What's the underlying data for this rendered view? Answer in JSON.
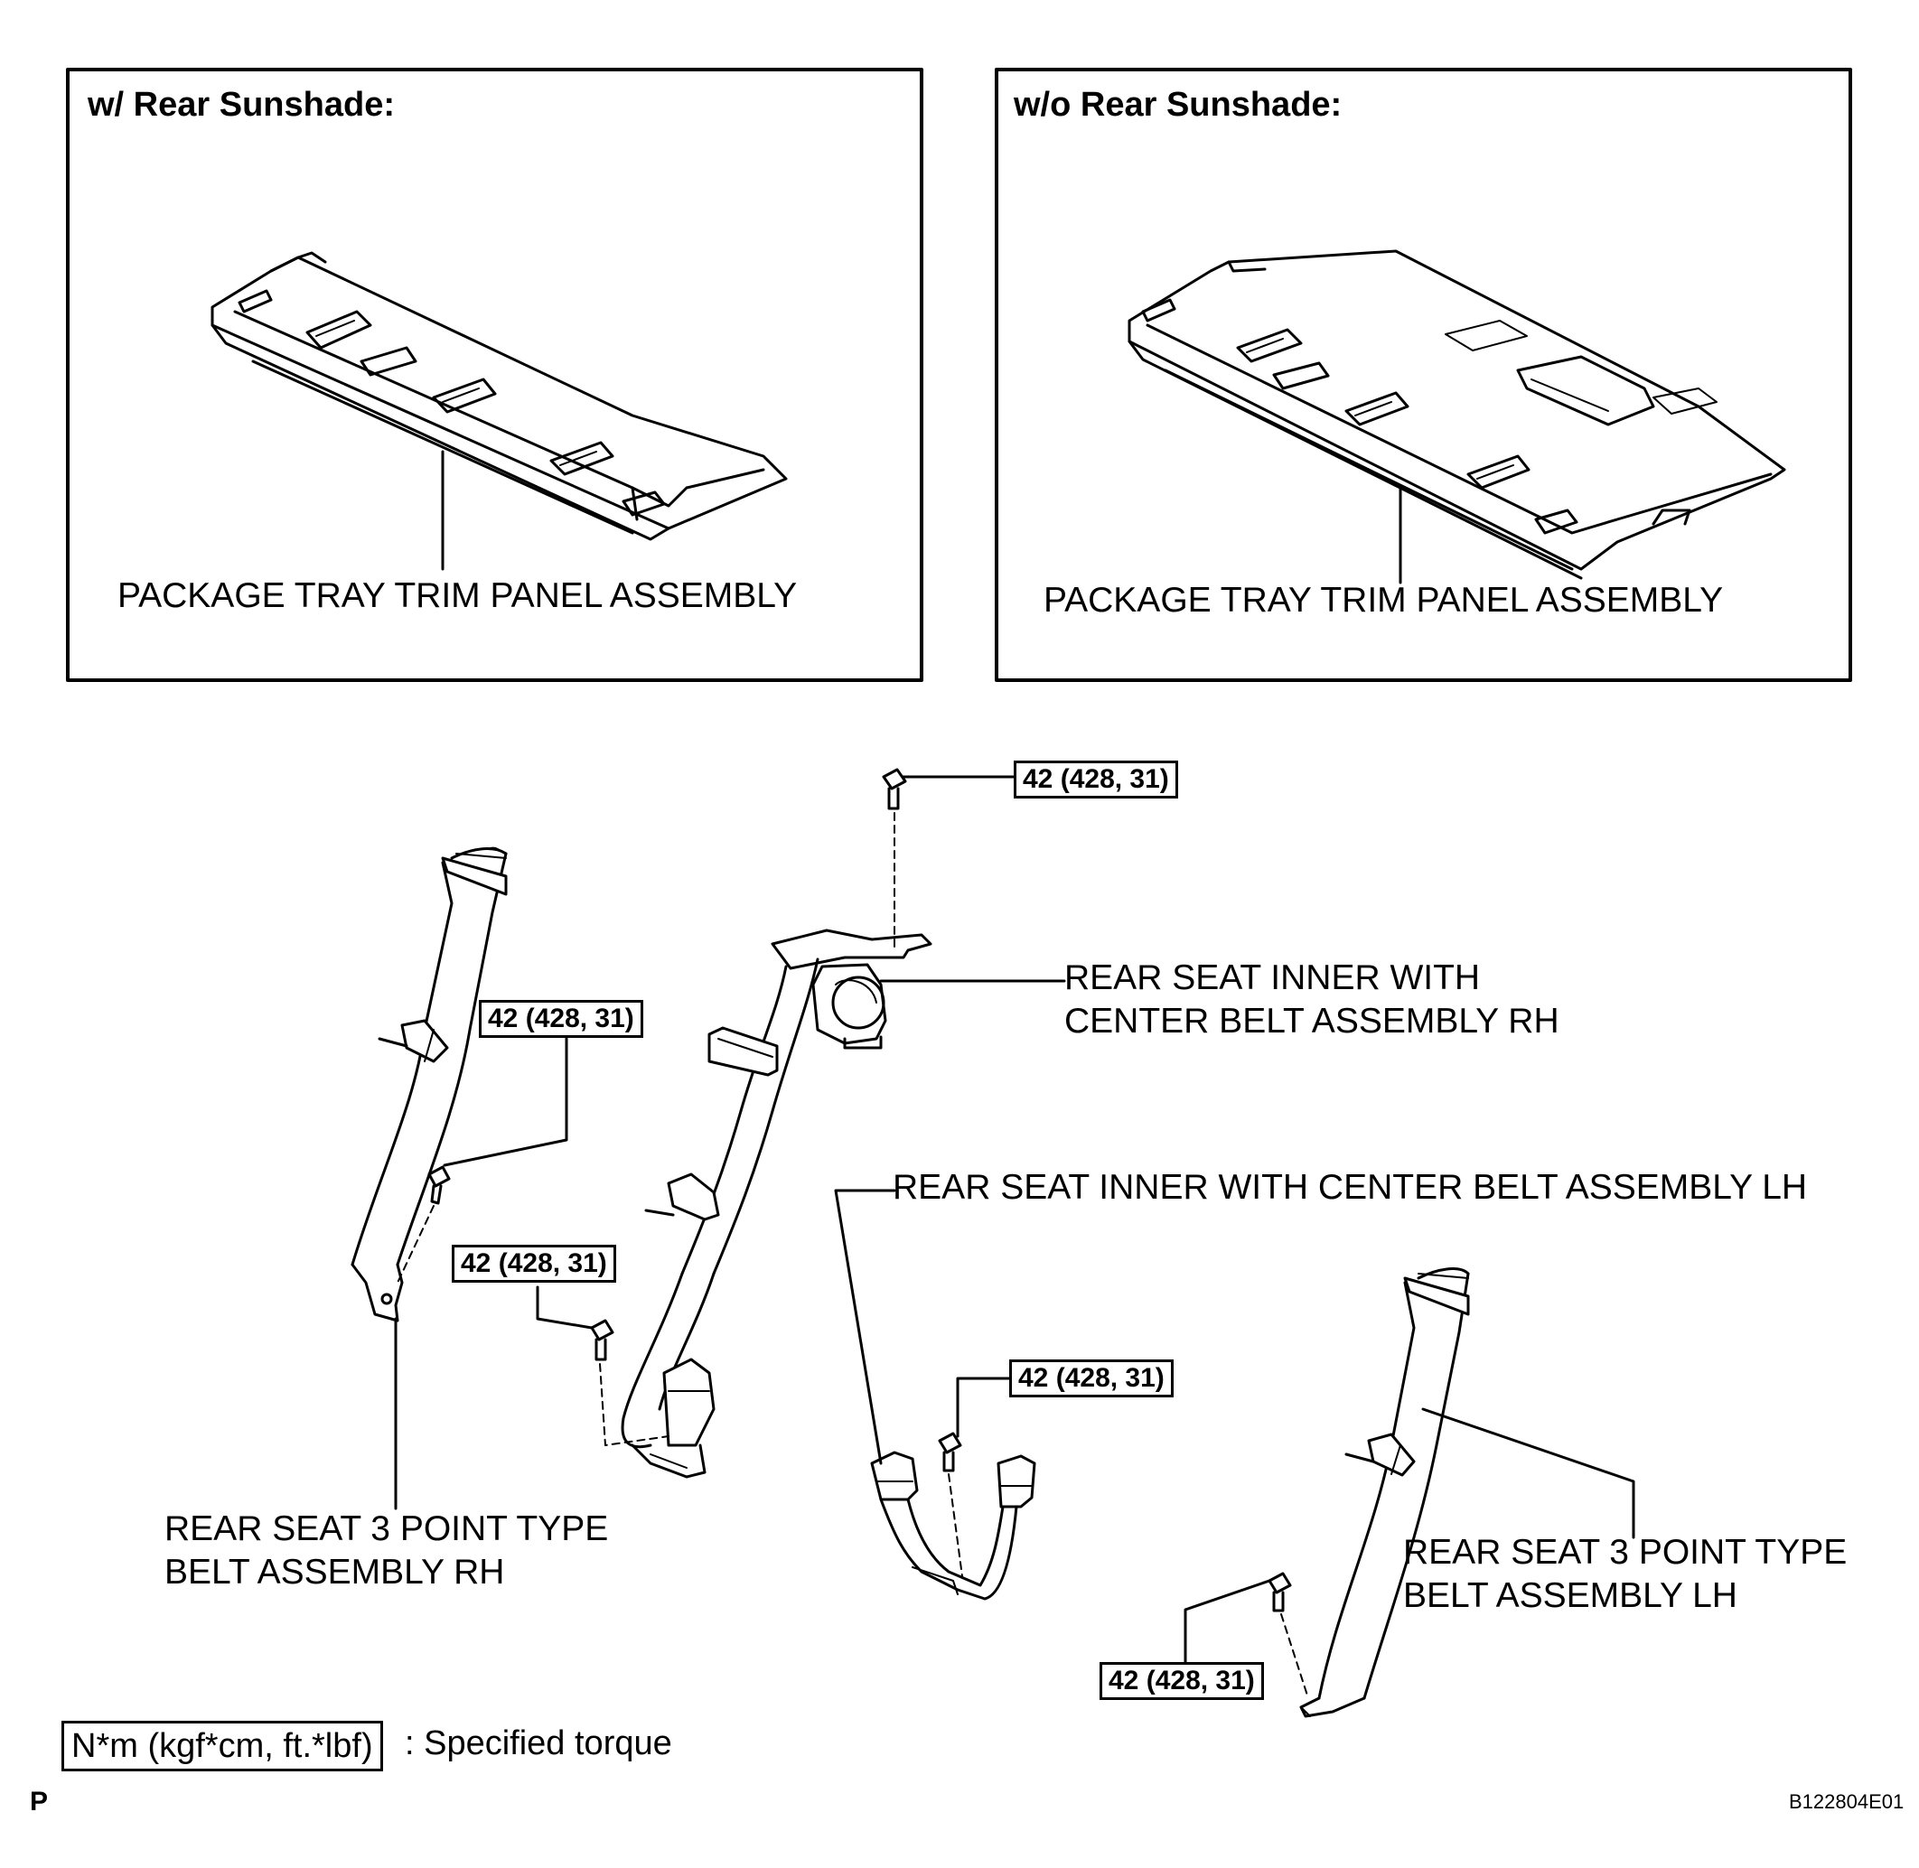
{
  "panels": {
    "left": {
      "title": "w/ Rear Sunshade:",
      "label": "PACKAGE TRAY TRIM PANEL ASSEMBLY"
    },
    "right": {
      "title": "w/o Rear Sunshade:",
      "label": "PACKAGE TRAY TRIM PANEL ASSEMBLY"
    }
  },
  "parts": {
    "inner_rh_line1": "REAR SEAT INNER WITH",
    "inner_rh_line2": "CENTER BELT ASSEMBLY RH",
    "inner_lh": "REAR SEAT INNER WITH CENTER BELT ASSEMBLY LH",
    "three_point_rh_line1": "REAR SEAT 3 POINT TYPE",
    "three_point_rh_line2": "BELT ASSEMBLY RH",
    "three_point_lh_line1": "REAR SEAT 3 POINT TYPE",
    "three_point_lh_line2": "BELT ASSEMBLY LH"
  },
  "torque": {
    "t1": "42 (428, 31)",
    "t2": "42 (428, 31)",
    "t3": "42 (428, 31)",
    "t4": "42 (428, 31)",
    "t5": "42 (428, 31)"
  },
  "legend": {
    "unit": "N*m (kgf*cm, ft.*lbf)",
    "text": ": Specified torque"
  },
  "corner_mark": "P",
  "figure_code": "B122804E01"
}
